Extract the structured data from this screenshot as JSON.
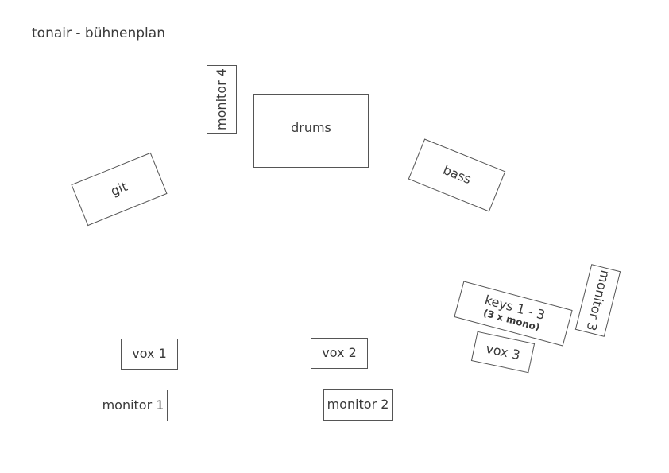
{
  "title": "tonair - bühnenplan",
  "stage_items": {
    "monitor4": "monitor 4",
    "drums": "drums",
    "git": "git",
    "bass": "bass",
    "keys": "keys 1 - 3",
    "keys_sub": "(3 x mono)",
    "monitor3": "monitor 3",
    "vox1": "vox 1",
    "vox2": "vox 2",
    "vox3": "vox 3",
    "monitor1": "monitor 1",
    "monitor2": "monitor 2"
  },
  "colors": {
    "border": "#555555",
    "text": "#3a3a3a",
    "background": "#ffffff"
  }
}
